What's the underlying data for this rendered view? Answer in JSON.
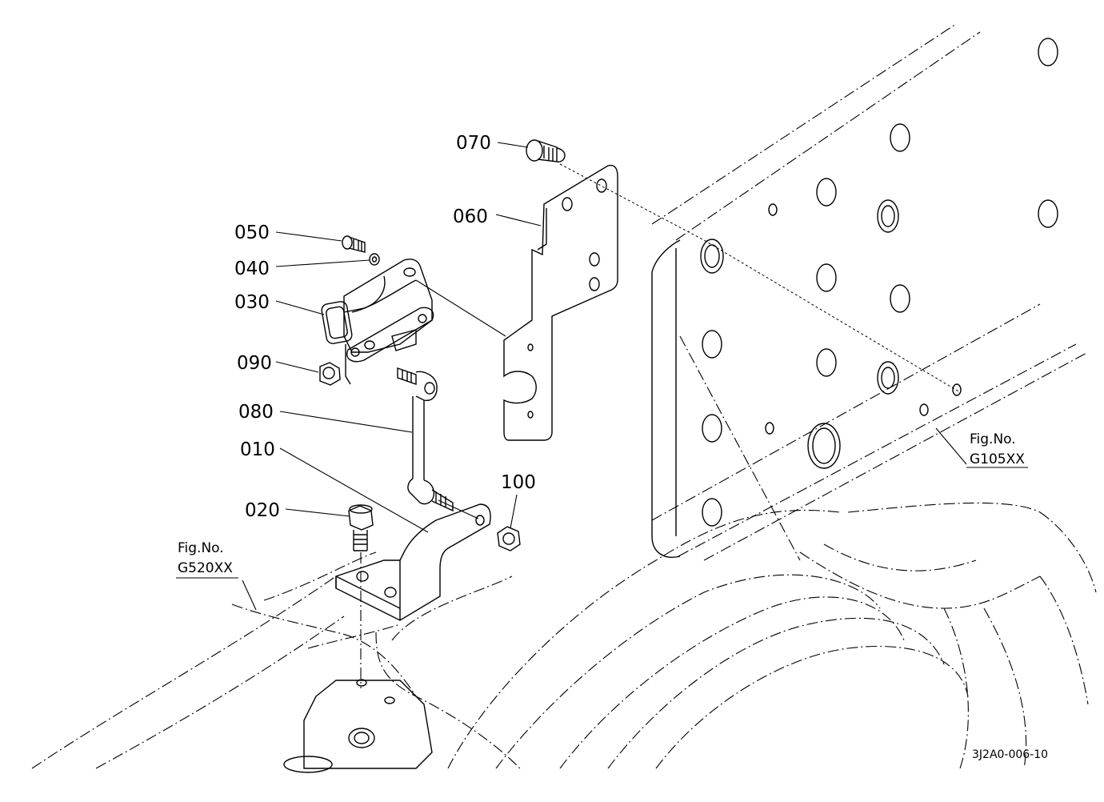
{
  "parts": [
    {
      "id": "p070",
      "number": "070"
    },
    {
      "id": "p060",
      "number": "060"
    },
    {
      "id": "p050",
      "number": "050"
    },
    {
      "id": "p040",
      "number": "040"
    },
    {
      "id": "p030",
      "number": "030"
    },
    {
      "id": "p090",
      "number": "090"
    },
    {
      "id": "p080",
      "number": "080"
    },
    {
      "id": "p010",
      "number": "010"
    },
    {
      "id": "p020",
      "number": "020"
    },
    {
      "id": "p100",
      "number": "100"
    }
  ],
  "references": [
    {
      "id": "ref_right",
      "caption": "Fig.No.",
      "code": "G105XX"
    },
    {
      "id": "ref_left",
      "caption": "Fig.No.",
      "code": "G520XX"
    }
  ],
  "drawing_code": "3J2A0-006-10"
}
